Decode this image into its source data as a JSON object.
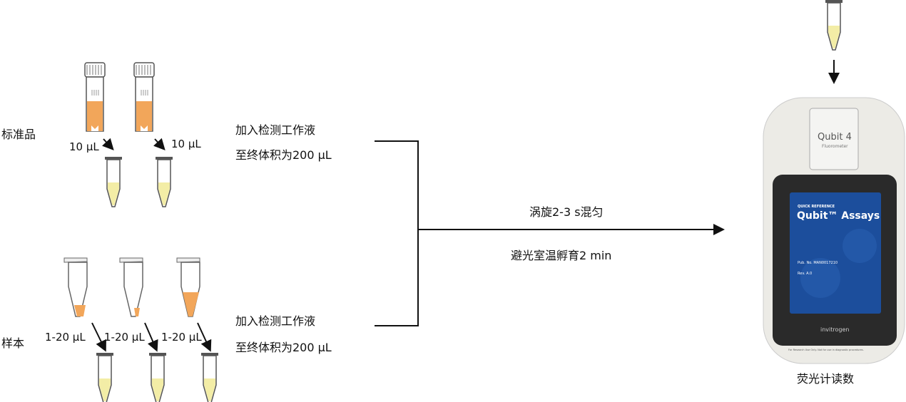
{
  "standards": {
    "label": "标准品",
    "volume_left": "10 µL",
    "volume_right": "10 µL"
  },
  "samples": {
    "label": "样本",
    "volumes": [
      "1-20 µL",
      "1-20 µL",
      "1-20 µL"
    ]
  },
  "step_add": {
    "line1": "加入检测工作液",
    "line2": "至终体积为200 µL"
  },
  "step_add_samples": {
    "line1": "加入检测工作液",
    "line2": "至终体积为200 µL"
  },
  "mix": {
    "line1": "涡旋2-3 s混匀",
    "line2": "避光室温孵育2 min"
  },
  "device": {
    "name": "Qubit 4",
    "subtitle": "Fluorometer",
    "screen_small": "QUICK REFERENCE",
    "screen_title": "Qubit™ Assays",
    "pub": "Pub. No. MAN0017210",
    "rev": "Rev. A.0",
    "brand": "invitrogen",
    "footer": "For Research Use Only. Not for use in diagnostic procedures.",
    "caption": "荧光计读数"
  },
  "colors": {
    "standard_liquid": "#F2A65A",
    "working_solution": "#F3EDA6",
    "screen_blue": "#1C4E9C"
  }
}
